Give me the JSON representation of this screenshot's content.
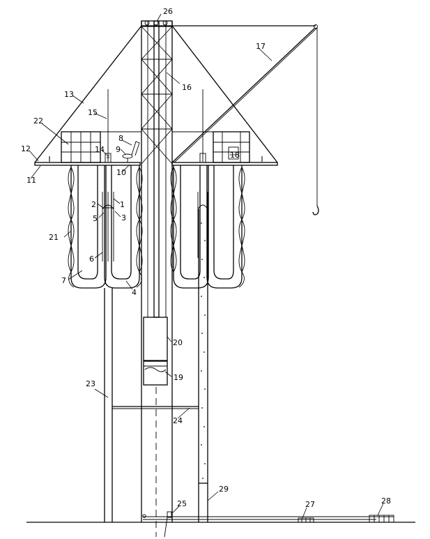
{
  "figure": {
    "labels": [
      {
        "id": "l1",
        "text": "1"
      },
      {
        "id": "l2",
        "text": "2"
      },
      {
        "id": "l3",
        "text": "3"
      },
      {
        "id": "l4",
        "text": "4"
      },
      {
        "id": "l5",
        "text": "5"
      },
      {
        "id": "l6",
        "text": "6"
      },
      {
        "id": "l7",
        "text": "7"
      },
      {
        "id": "l8",
        "text": "8"
      },
      {
        "id": "l9",
        "text": "9"
      },
      {
        "id": "l10",
        "text": "10"
      },
      {
        "id": "l11",
        "text": "11"
      },
      {
        "id": "l12",
        "text": "12"
      },
      {
        "id": "l13",
        "text": "13"
      },
      {
        "id": "l14",
        "text": "14"
      },
      {
        "id": "l15",
        "text": "15"
      },
      {
        "id": "l16",
        "text": "16"
      },
      {
        "id": "l17",
        "text": "17"
      },
      {
        "id": "l18",
        "text": "18"
      },
      {
        "id": "l19",
        "text": "19"
      },
      {
        "id": "l20",
        "text": "20"
      },
      {
        "id": "l21",
        "text": "21"
      },
      {
        "id": "l22",
        "text": "22"
      },
      {
        "id": "l23",
        "text": "23"
      },
      {
        "id": "l24",
        "text": "24"
      },
      {
        "id": "l25",
        "text": "25"
      },
      {
        "id": "l26",
        "text": "26"
      },
      {
        "id": "l27",
        "text": "27"
      },
      {
        "id": "l28",
        "text": "28"
      },
      {
        "id": "l29",
        "text": "29"
      }
    ],
    "beam_marks": {
      "left": "I",
      "right": "I"
    }
  }
}
